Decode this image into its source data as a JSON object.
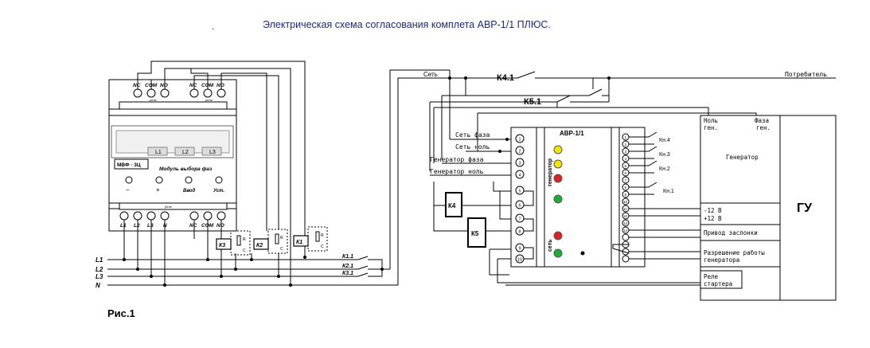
{
  "title": "Электрическая схема согласования комплета АВР-1/1 ПЛЮС.",
  "title_dot": ".",
  "figure_label": "Рис.1",
  "mvf": {
    "top_terms": [
      "NC",
      "COM",
      "NO",
      "NC",
      "COM",
      "NO"
    ],
    "relay_caption": "реле",
    "leds": [
      "L1",
      "L2",
      "L3"
    ],
    "badge": "МВФ - 3Ц",
    "subtitle": "Модуль выбора фаз",
    "buttons": [
      "−",
      "+",
      "Ввод",
      "Уст."
    ],
    "bottom_terms": [
      "L1",
      "L2",
      "L3",
      "N",
      "NC",
      "COM",
      "NO"
    ]
  },
  "relays": [
    "К3",
    "К2",
    "К1"
  ],
  "rc": {
    "r": "R",
    "c": "C"
  },
  "lines": [
    "L1",
    "L2",
    "L3",
    "N"
  ],
  "k_contacts": [
    "К1.1",
    "К2.1",
    "К3.1"
  ],
  "top_labels": {
    "set": "Сеть",
    "consumer": "Потребитель",
    "k41": "К4.1",
    "k51": "К5.1"
  },
  "left_labels": [
    "Сеть фаза",
    "Сеть ноль",
    "Генератор фаза",
    "Генератор ноль"
  ],
  "coils": [
    "К4",
    "К5"
  ],
  "avr": {
    "title": "АВР-1/1",
    "gen_label": "генератор",
    "net_label": "сеть",
    "left_nums": [
      "1",
      "2",
      "3",
      "4",
      "5",
      "6",
      "7",
      "8",
      "9",
      "10"
    ],
    "right_nums": [
      "1",
      "2",
      "3",
      "4",
      "5",
      "6",
      "7",
      "8",
      "9",
      "10",
      "11",
      "12",
      "13",
      "14"
    ]
  },
  "buttons_kn": [
    "Кн.4",
    "Кн.3",
    "Кн.2",
    "Кн.1"
  ],
  "gen_panel": {
    "zero": "Ноль",
    "zero2": "ген.",
    "phase": "Фаза",
    "phase2": "ген.",
    "name": "Генератор",
    "m12": "-12 В",
    "p12": "+12 В",
    "damper": "Привод заслонки",
    "perm1": "Разрешение работы",
    "perm2": "генератора",
    "relay1": "Реле",
    "relay2": "стартера"
  },
  "gu": "ГУ",
  "colors": {
    "title": "#1d2a78",
    "red": "#e02020",
    "yellow": "#f2e600",
    "green": "#18b030"
  }
}
